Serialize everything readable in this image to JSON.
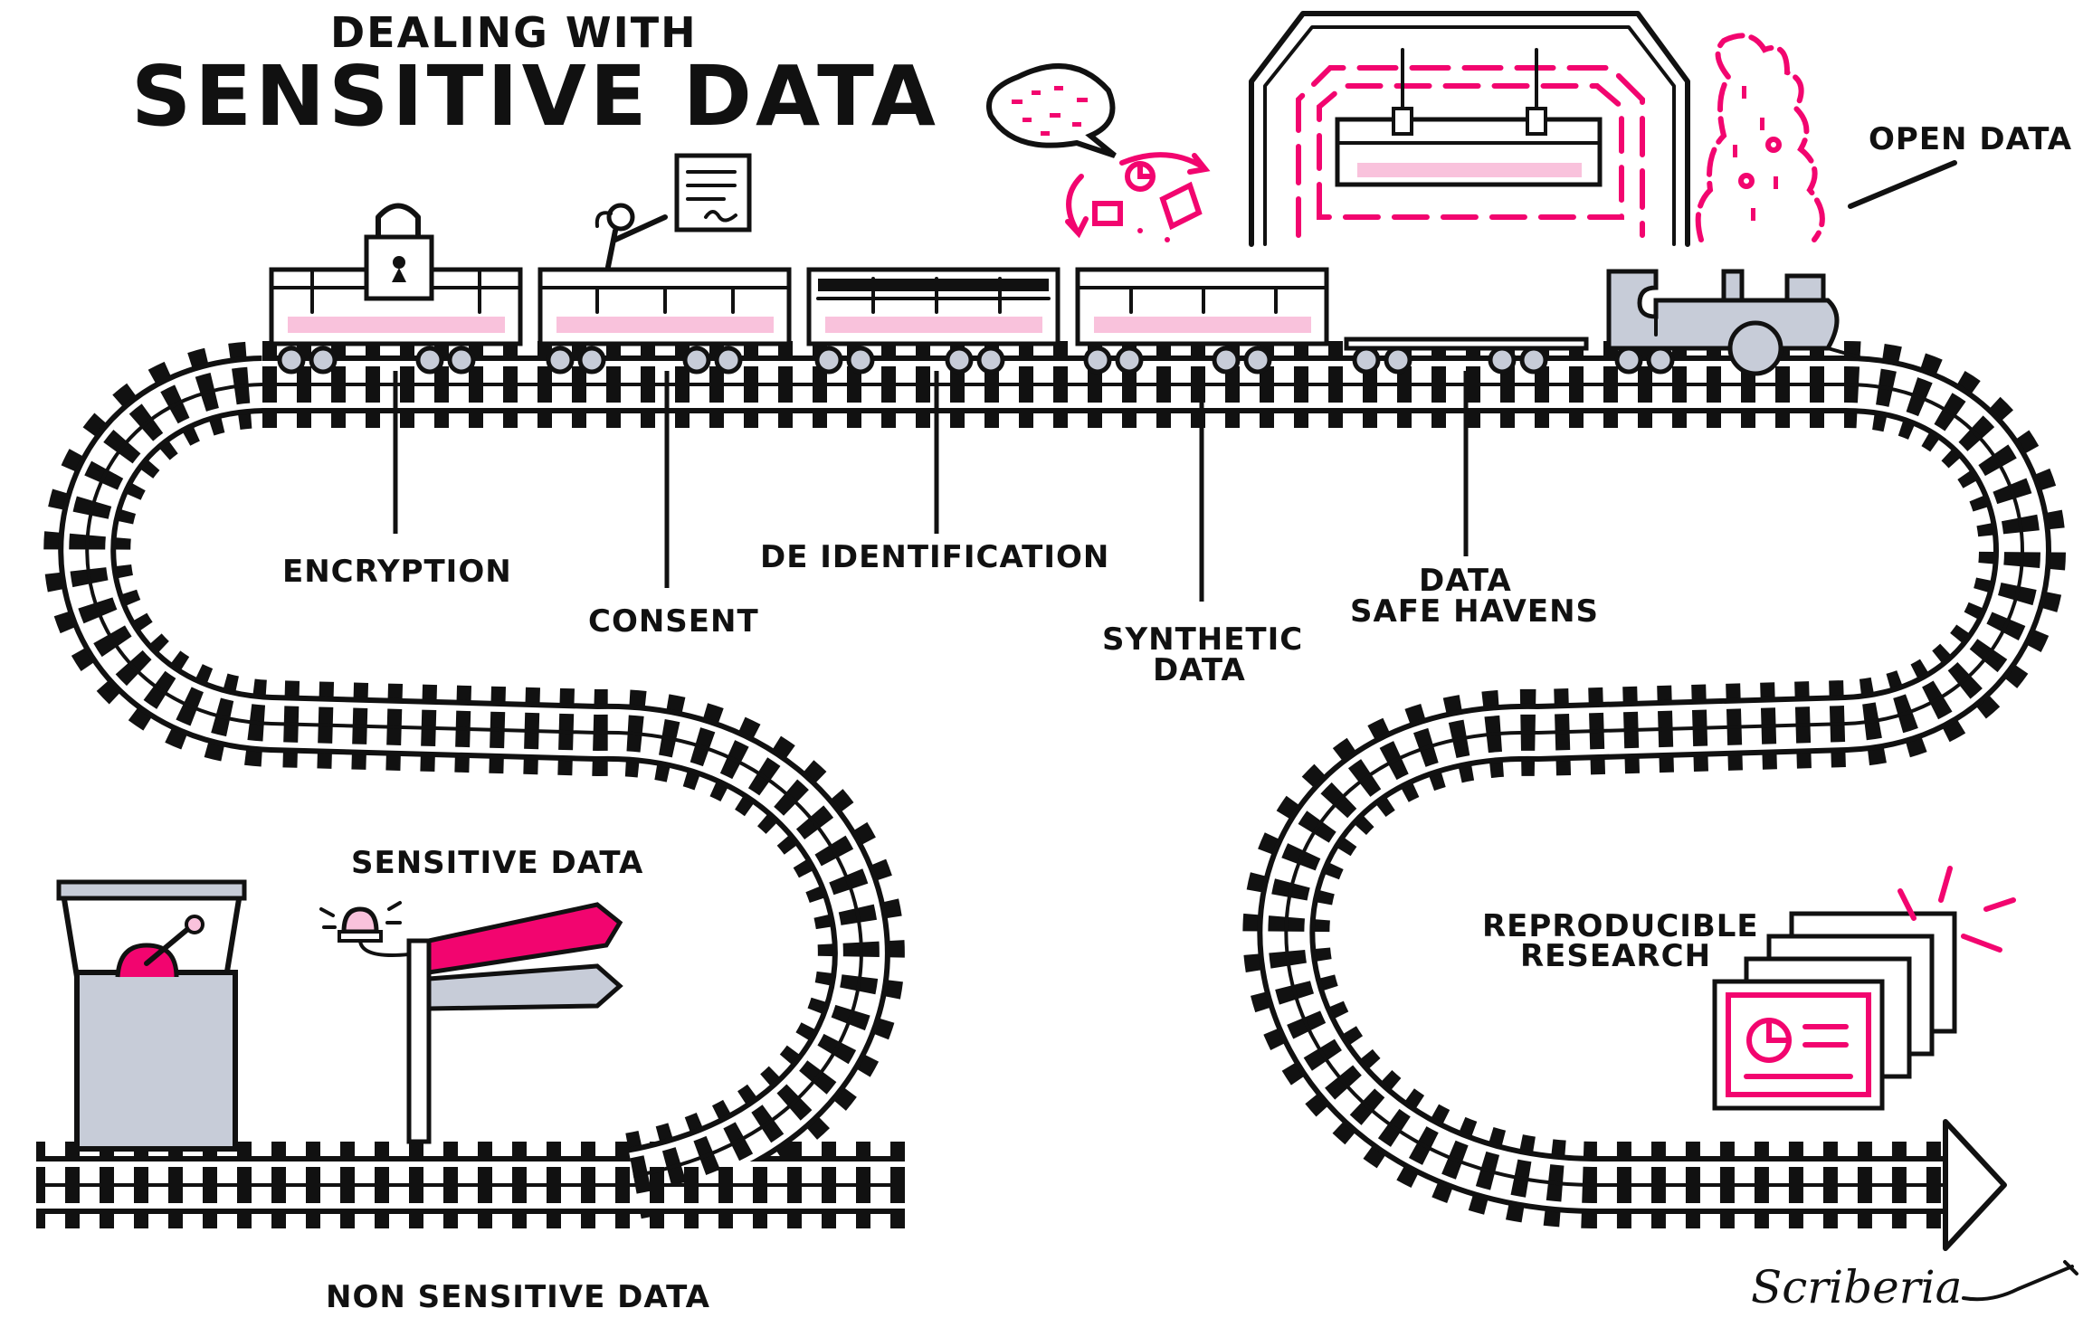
{
  "title": {
    "line1": "DEALING WITH",
    "line2": "SENSITIVE DATA"
  },
  "labels": {
    "open_data": "OPEN DATA",
    "encryption": "ENCRYPTION",
    "consent": "CONSENT",
    "de_identification": "DE IDENTIFICATION",
    "synthetic_data_1": "SYNTHETIC",
    "synthetic_data_2": "DATA",
    "safe_havens_1": "DATA",
    "safe_havens_2": "SAFE HAVENS",
    "sensitive_data": "SENSITIVE DATA",
    "reproducible_1": "REPRODUCIBLE",
    "reproducible_2": "RESEARCH",
    "non_sensitive": "NON SENSITIVE DATA"
  },
  "signature": "Scriberia",
  "colors": {
    "accent": "#f2056f",
    "light_pink": "#f9c2dc",
    "grey": "#c7ccd8",
    "ink": "#111111"
  }
}
